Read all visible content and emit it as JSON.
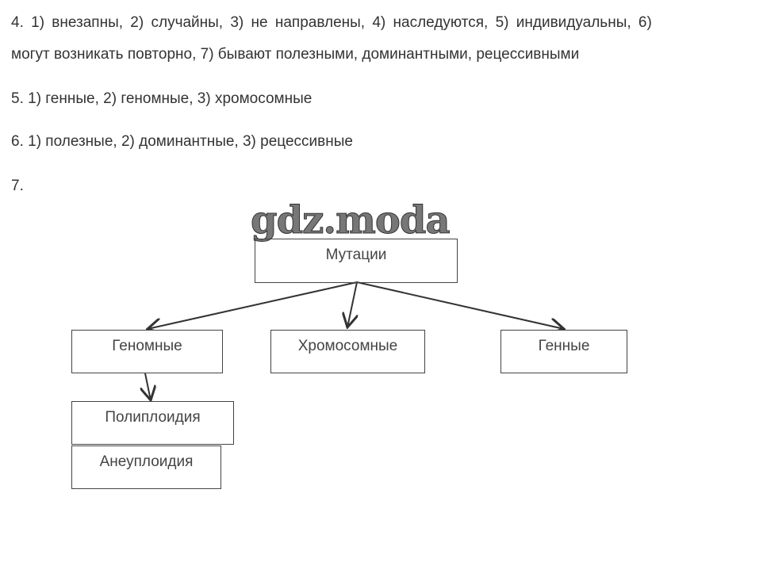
{
  "answers": [
    "4. 1) внезапны, 2) случайны, 3) не направлены, 4) наследуются, 5) индивидуальны, 6)",
    "могут возникать повторно, 7) бывают полезными, доминантными, рецессивными",
    "5. 1) генные, 2) геномные, 3) хромосомные",
    "6. 1) полезные, 2) доминантные, 3) рецессивные",
    "7."
  ],
  "watermark": "gdz.moda",
  "diagram": {
    "root": "Мутации",
    "genomic": "Геномные",
    "chromosomal": "Хромосомные",
    "gene": "Генные",
    "polyploidy": "Полиплоидия",
    "aneuploidy": "Анеуплоидия"
  }
}
